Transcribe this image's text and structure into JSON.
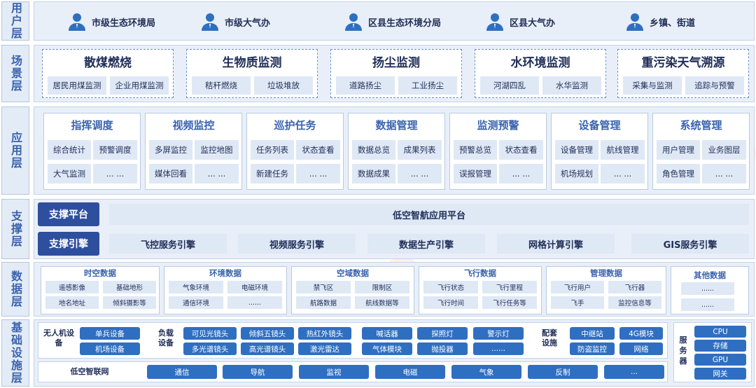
{
  "layers": {
    "user": "用户层",
    "scene": "场景层",
    "app": "应用层",
    "support": "支撑层",
    "data": "数据层",
    "infra": "基础设施层"
  },
  "users": [
    "市级生态环境局",
    "市级大气办",
    "区县生态环境分局",
    "区县大气办",
    "乡镇、街道"
  ],
  "scenes": [
    {
      "title": "散煤燃烧",
      "items": [
        "居民用煤监测",
        "企业用煤监测"
      ]
    },
    {
      "title": "生物质监测",
      "items": [
        "秸秆燃烧",
        "垃圾堆放"
      ]
    },
    {
      "title": "扬尘监测",
      "items": [
        "道路扬尘",
        "工业扬尘"
      ]
    },
    {
      "title": "水环境监测",
      "items": [
        "河湖四乱",
        "水华监测"
      ]
    },
    {
      "title": "重污染天气溯源",
      "items": [
        "采集与监测",
        "追踪与预警"
      ]
    }
  ],
  "apps": [
    {
      "title": "指挥调度",
      "items": [
        "综合统计",
        "预警调度",
        "大气监测",
        "... ..."
      ]
    },
    {
      "title": "视频监控",
      "items": [
        "多屏监控",
        "监控地图",
        "媒体回看",
        "... ..."
      ]
    },
    {
      "title": "巡护任务",
      "items": [
        "任务列表",
        "状态查看",
        "新建任务",
        "... ..."
      ]
    },
    {
      "title": "数据管理",
      "items": [
        "数据总览",
        "成果列表",
        "数据成果",
        "... ..."
      ]
    },
    {
      "title": "监测预警",
      "items": [
        "预警总览",
        "状态查看",
        "误报管理",
        "... ..."
      ]
    },
    {
      "title": "设备管理",
      "items": [
        "设备管理",
        "航线管理",
        "机场规划",
        "... ..."
      ]
    },
    {
      "title": "系统管理",
      "items": [
        "用户管理",
        "业务图层",
        "角色管理",
        "... ..."
      ]
    }
  ],
  "support": {
    "platform_label": "支撑平台",
    "platform_value": "低空智航应用平台",
    "engine_label": "支撑引擎",
    "engines": [
      "飞控服务引擎",
      "视频服务引擎",
      "数据生产引擎",
      "网格计算引擎",
      "GIS服务引擎"
    ]
  },
  "data_groups": [
    {
      "title": "时空数据",
      "items": [
        "遥感影像",
        "基础地形",
        "地名地址",
        "倾斜摄影等"
      ]
    },
    {
      "title": "环境数据",
      "items": [
        "气象环境",
        "电磁环境",
        "通信环境",
        "......"
      ]
    },
    {
      "title": "空域数据",
      "items": [
        "禁飞区",
        "限制区",
        "航路数据",
        "航线数据等"
      ]
    },
    {
      "title": "飞行数据",
      "items": [
        "飞行状态",
        "飞行里程",
        "飞行时间",
        "飞行任务等"
      ]
    },
    {
      "title": "管理数据",
      "items": [
        "飞行用户",
        "飞行器",
        "飞手",
        "监控信息等"
      ]
    },
    {
      "title": "其他数据",
      "items": [
        "......",
        "......"
      ]
    }
  ],
  "infra": {
    "drone_label": "无人机设备",
    "drone_items": [
      "单兵设备",
      "机场设备"
    ],
    "payload_label": "负载设备",
    "payload_items": [
      "可见光镜头",
      "倾斜五镜头",
      "热红外镜头",
      "喊话器",
      "探照灯",
      "警示灯",
      "多光谱镜头",
      "高光谱镜头",
      "激光雷达",
      "气体模块",
      "抛投器",
      "......"
    ],
    "support_label": "配套设施",
    "support_items": [
      "中继站",
      "4G模块",
      "防盗监控",
      "网络"
    ],
    "network_label": "低空智联网",
    "network_items": [
      "通信",
      "导航",
      "监视",
      "电磁",
      "气象",
      "反制",
      "..."
    ],
    "server_label": "服务器",
    "server_items": [
      "CPU",
      "存储",
      "GPU",
      "网关"
    ]
  },
  "colors": {
    "accent": "#2e4f9e",
    "blue_button": "#2f6fc1",
    "chip_bg": "#dfe8f5",
    "panel_bg": "#e9eff8"
  }
}
